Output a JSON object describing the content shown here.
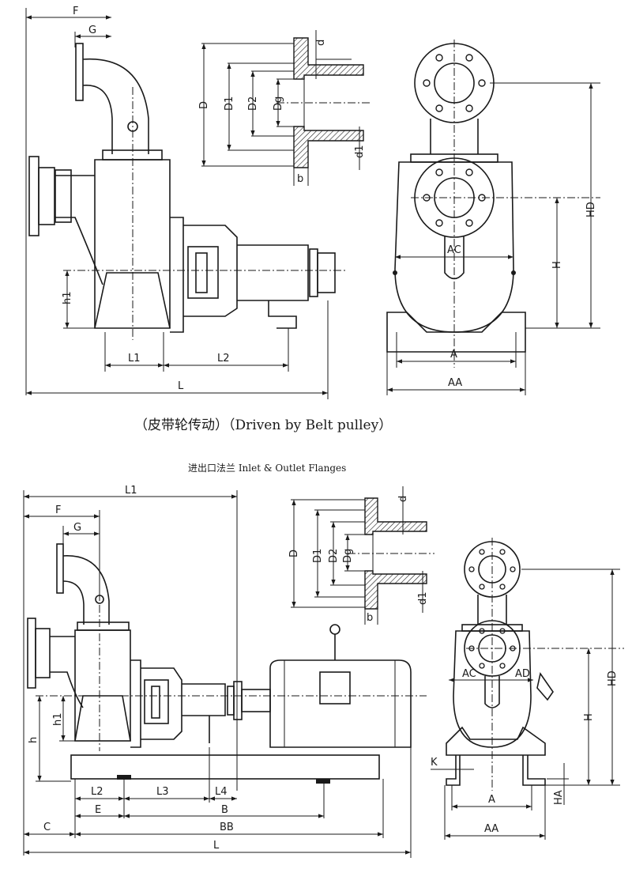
{
  "captions": {
    "belt_drive": "（皮带轮传动）（Driven by Belt pulley）",
    "flanges": "进出口法兰  Inlet   &   Outlet Flanges"
  },
  "top": {
    "side_view": {
      "F": "F",
      "G": "G",
      "h1": "h1",
      "L1": "L1",
      "L2": "L2",
      "L": "L"
    },
    "flange_detail": {
      "D": "D",
      "D1": "D1",
      "D2": "D2",
      "Dg": "Dg",
      "d": "d",
      "d1": "d1",
      "b": "b"
    },
    "front_view": {
      "HD": "HD",
      "AC": "AC",
      "H": "H",
      "A": "A",
      "AA": "AA"
    }
  },
  "bottom": {
    "side_view": {
      "L1": "L1",
      "F": "F",
      "G": "G",
      "h": "h",
      "h1": "h1",
      "L2": "L2",
      "L3": "L3",
      "L4": "L4",
      "E": "E",
      "B": "B",
      "C": "C",
      "BB": "BB",
      "L": "L"
    },
    "flange_detail": {
      "D": "D",
      "D1": "D1",
      "D2": "D2",
      "Dg": "Dg",
      "d": "d",
      "d1": "d1",
      "b": "b"
    },
    "front_view": {
      "AC": "AC",
      "AD": "AD",
      "HD": "HD",
      "H": "H",
      "K": "K",
      "HA": "HA",
      "A": "A",
      "AA": "AA"
    }
  }
}
